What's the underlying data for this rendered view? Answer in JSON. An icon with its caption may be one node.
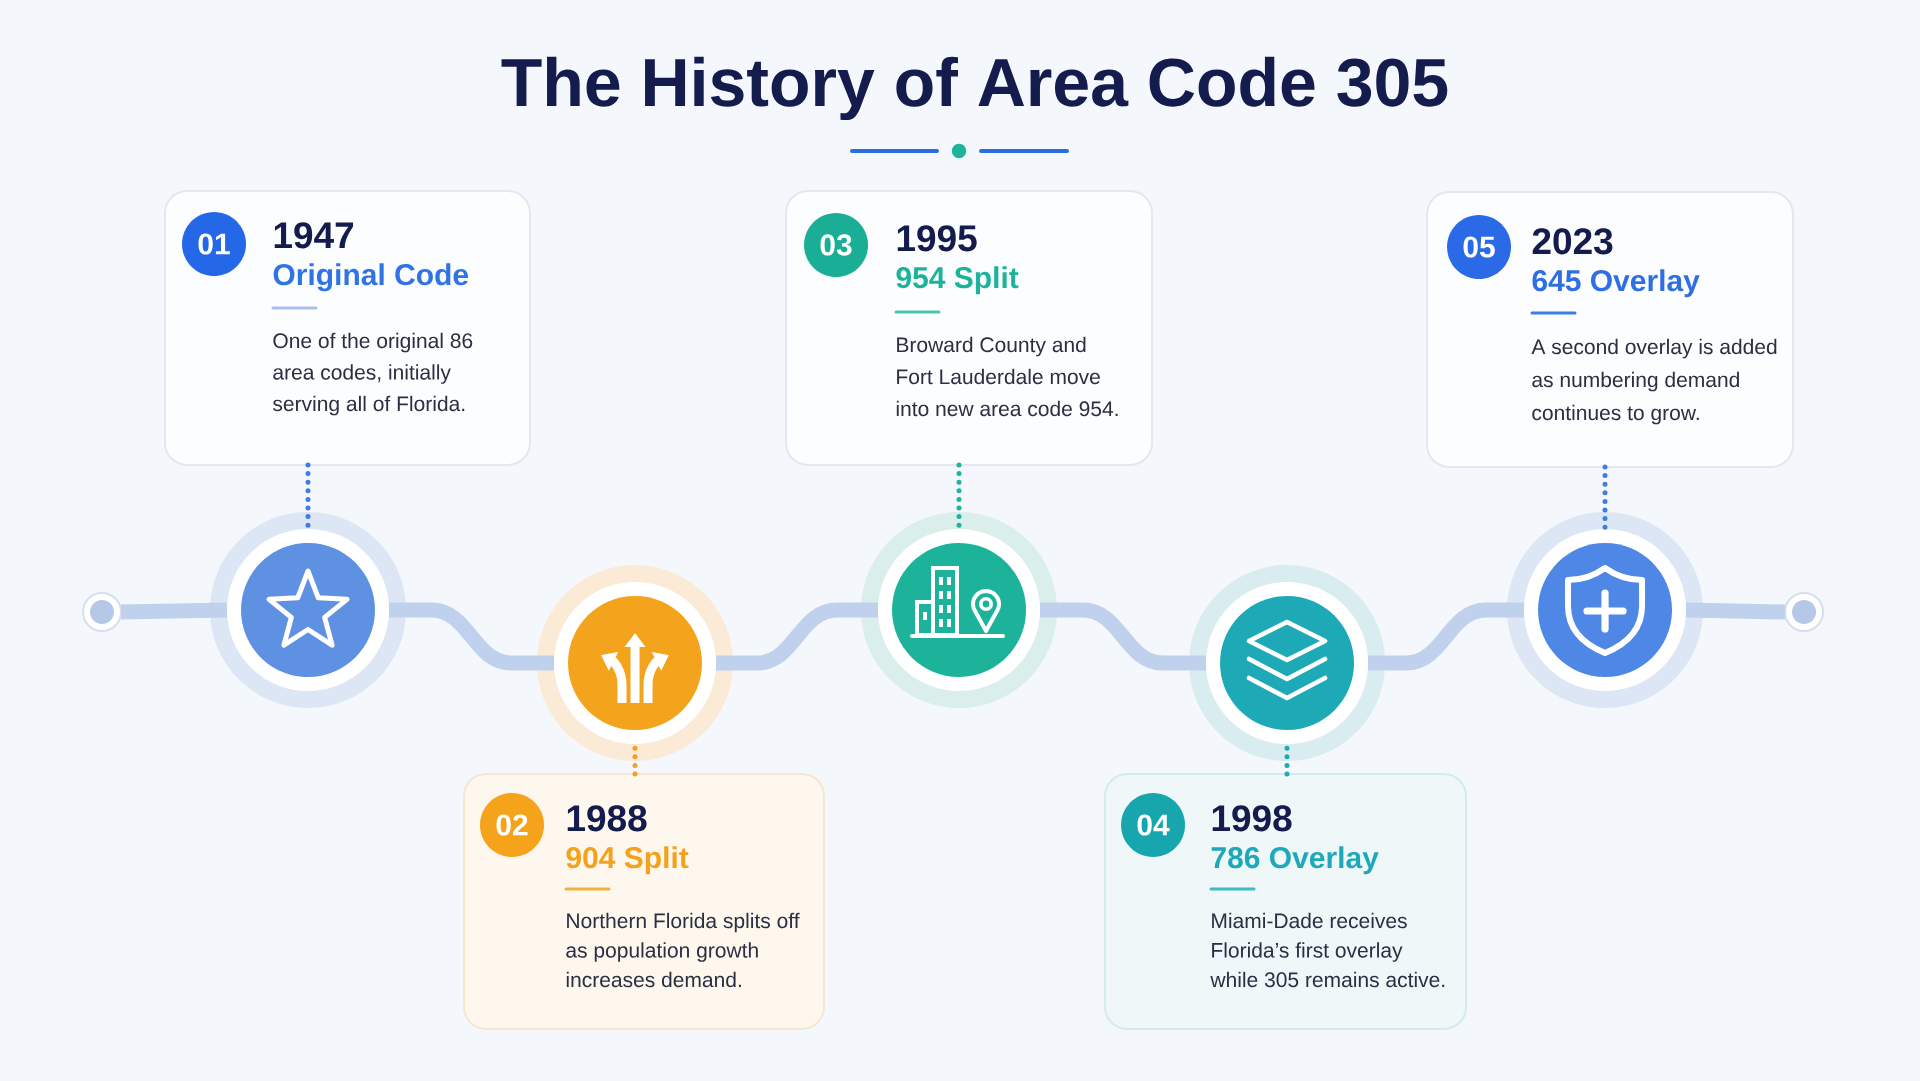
{
  "diagram": {
    "title": "The History of Area Code 305",
    "nodes": [
      {
        "text": [
          "1947",
          "Original Code",
          "One of the original 86 area codes, initially serving all of Florida."
        ]
      },
      {
        "text": [
          "01"
        ],
        "in": 0
      },
      {
        "text": [
          "1988",
          "904 Split",
          "Northern Florida splits off as population growth increases demand."
        ]
      },
      {
        "text": [
          "02"
        ],
        "in": 2
      },
      {
        "text": [
          "1995",
          "954 Split",
          "Broward County and Fort Lauderdale move into new area code 954."
        ]
      },
      {
        "text": [
          "03"
        ],
        "in": 4
      },
      {
        "text": [
          "1998",
          "786 Overlay",
          "Miami-Dade receives Florida’s first overlay while 305 remains active."
        ]
      },
      {
        "text": [
          "04"
        ],
        "in": 6
      },
      {
        "text": [
          "2023",
          "645 Overlay",
          "A second overlay is added as numbering demand continues to grow."
        ]
      },
      {
        "text": [
          "05"
        ],
        "in": 8
      },
      {
        "text": [],
        "shape": "circle"
      },
      {
        "text": [],
        "shape": "circle"
      },
      {
        "text": [],
        "shape": "circle"
      },
      {
        "text": [],
        "shape": "circle"
      },
      {
        "text": [],
        "shape": "circle"
      },
      {
        "text": [],
        "shape": "circle"
      },
      {
        "text": [],
        "shape": "circle"
      }
    ],
    "edges": [
      {
        "from": 0,
        "to": 11,
        "arrow": "none",
        "style": "dashed",
        "color": "#3f7de3"
      },
      {
        "from": 2,
        "to": 12,
        "arrow": "none",
        "style": "dashed",
        "color": "#f2a126"
      },
      {
        "from": 4,
        "to": 13,
        "arrow": "none",
        "style": "dashed",
        "color": "#1fb39a"
      },
      {
        "from": 6,
        "to": 14,
        "arrow": "none",
        "style": "dashed",
        "color": "#1da8b4"
      },
      {
        "from": 8,
        "to": 15,
        "arrow": "none",
        "style": "dashed",
        "color": "#3f7de3"
      },
      {
        "from": 10,
        "to": 11,
        "arrow": "none"
      },
      {
        "from": 11,
        "to": 12,
        "arrow": "none"
      },
      {
        "from": 12,
        "to": 13,
        "arrow": "none"
      },
      {
        "from": 13,
        "to": 14,
        "arrow": "none"
      },
      {
        "from": 14,
        "to": 15,
        "arrow": "none"
      },
      {
        "from": 15,
        "to": 16,
        "arrow": "none"
      }
    ]
  }
}
